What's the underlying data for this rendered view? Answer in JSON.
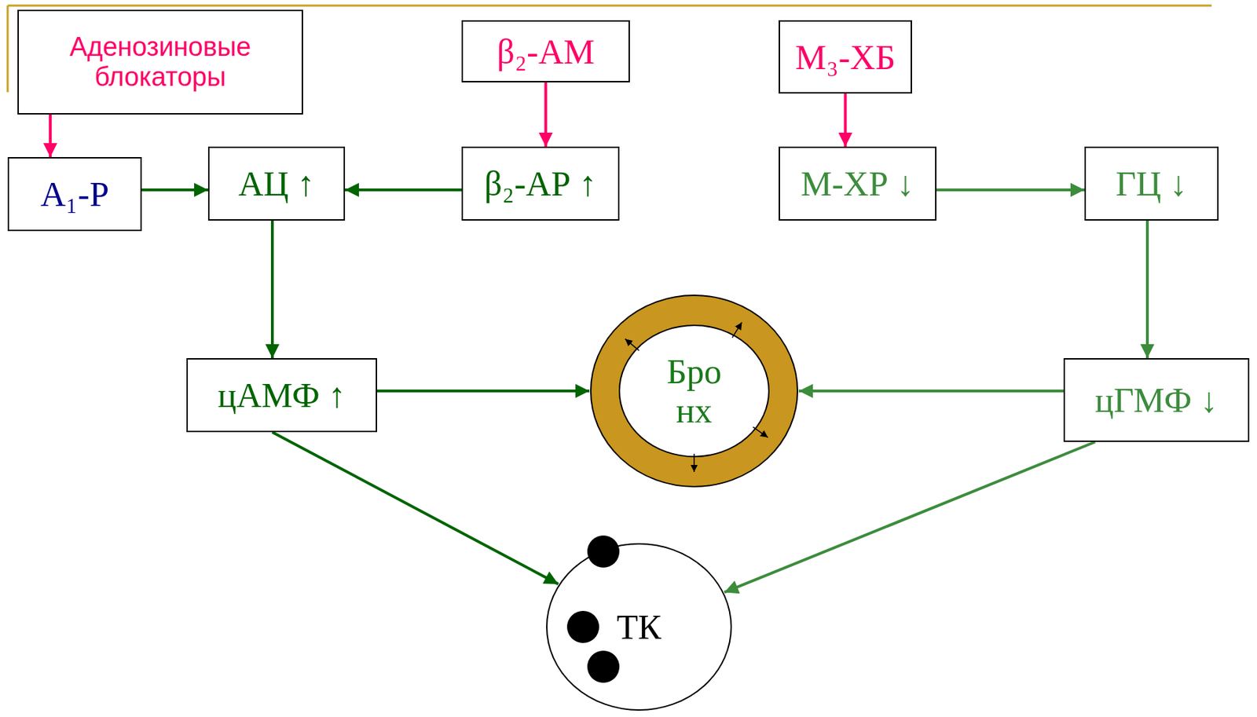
{
  "diagram": {
    "nodes": [
      {
        "text": [
          "Аденозиновые блокаторы"
        ]
      },
      {
        "text": [
          "β₂-АМ"
        ]
      },
      {
        "text": [
          "М₃-ХБ"
        ]
      },
      {
        "text": [
          "А₁-Р"
        ]
      },
      {
        "text": [
          "АЦ ↑"
        ]
      },
      {
        "text": [
          "β₂-АР ↑"
        ]
      },
      {
        "text": [
          "М-ХР ↓"
        ]
      },
      {
        "text": [
          "ГЦ ↓"
        ]
      },
      {
        "text": [
          "цАМФ ↑"
        ]
      },
      {
        "text": [
          "Бро нх"
        ]
      },
      {
        "text": [
          "цГМФ ↓"
        ]
      },
      {
        "text": [
          "ТК"
        ]
      }
    ],
    "edges": [
      {
        "from": 0,
        "to": 3,
        "arrow": "to"
      },
      {
        "from": 1,
        "to": 5,
        "arrow": "to"
      },
      {
        "from": 2,
        "to": 6,
        "arrow": "to"
      },
      {
        "from": 3,
        "to": 4,
        "arrow": "to"
      },
      {
        "from": 5,
        "to": 4,
        "arrow": "to"
      },
      {
        "from": 6,
        "to": 7,
        "arrow": "to"
      },
      {
        "from": 4,
        "to": 8,
        "arrow": "to"
      },
      {
        "from": 8,
        "to": 9,
        "arrow": "to"
      },
      {
        "from": 7,
        "to": 10,
        "arrow": "to"
      },
      {
        "from": 10,
        "to": 9,
        "arrow": "to"
      },
      {
        "from": 8,
        "to": 11,
        "arrow": "to"
      },
      {
        "from": 10,
        "to": 11,
        "arrow": "to"
      }
    ]
  }
}
